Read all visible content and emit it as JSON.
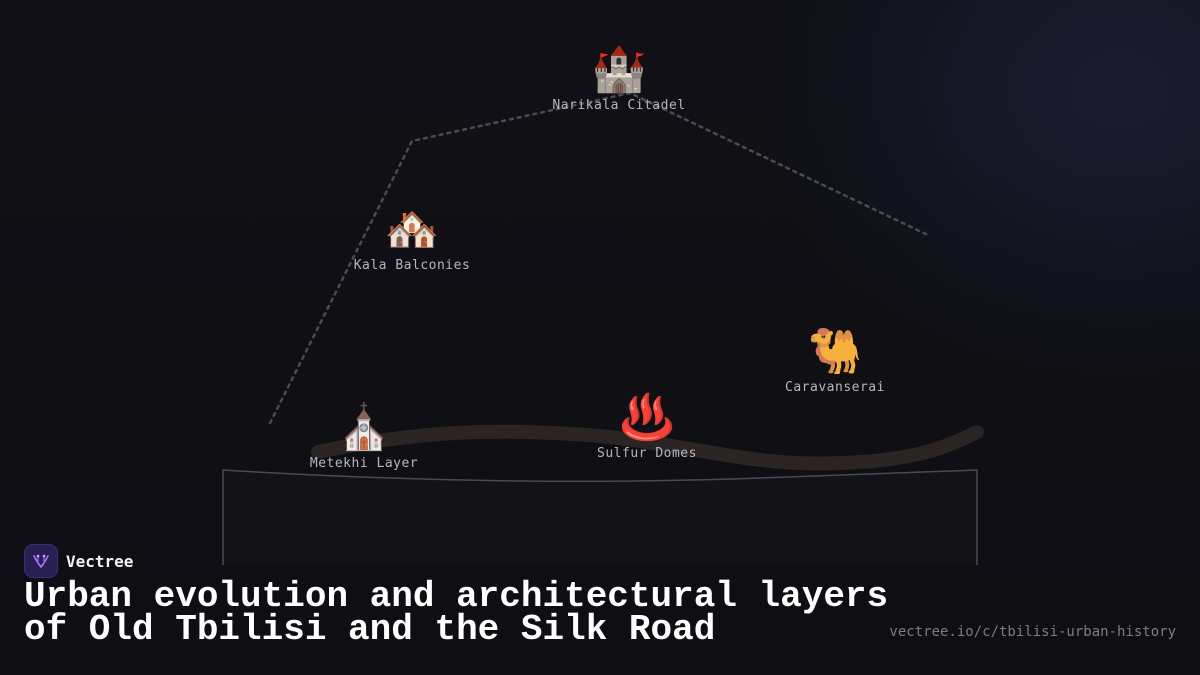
{
  "nodes": [
    {
      "id": "narikala",
      "label": "Narikala Citadel",
      "icon": "🏰",
      "icon_name": "castle-icon"
    },
    {
      "id": "kala",
      "label": "Kala Balconies",
      "icon": "🏘️",
      "icon_name": "houses-icon"
    },
    {
      "id": "caravanserai",
      "label": "Caravanserai",
      "icon": "🐫",
      "icon_name": "camel-icon"
    },
    {
      "id": "sulfur",
      "label": "Sulfur Domes",
      "icon": "♨️",
      "icon_name": "hot-springs-icon"
    },
    {
      "id": "metekhi",
      "label": "Metekhi Layer",
      "icon": "⛪",
      "icon_name": "church-icon"
    }
  ],
  "brand": {
    "name": "Vectree",
    "logo_icon": "vectree-logo-icon"
  },
  "title": "Urban evolution and architectural layers of Old Tbilisi and the Silk Road",
  "url": "vectree.io/c/tbilisi-urban-history",
  "colors": {
    "background": "#0f0f14",
    "dotted_path": "#4a4a52",
    "river": "#2a2522",
    "base_outline": "#4a4a50",
    "label": "#b6b6c0",
    "brand_logo": "#2a1f52"
  }
}
